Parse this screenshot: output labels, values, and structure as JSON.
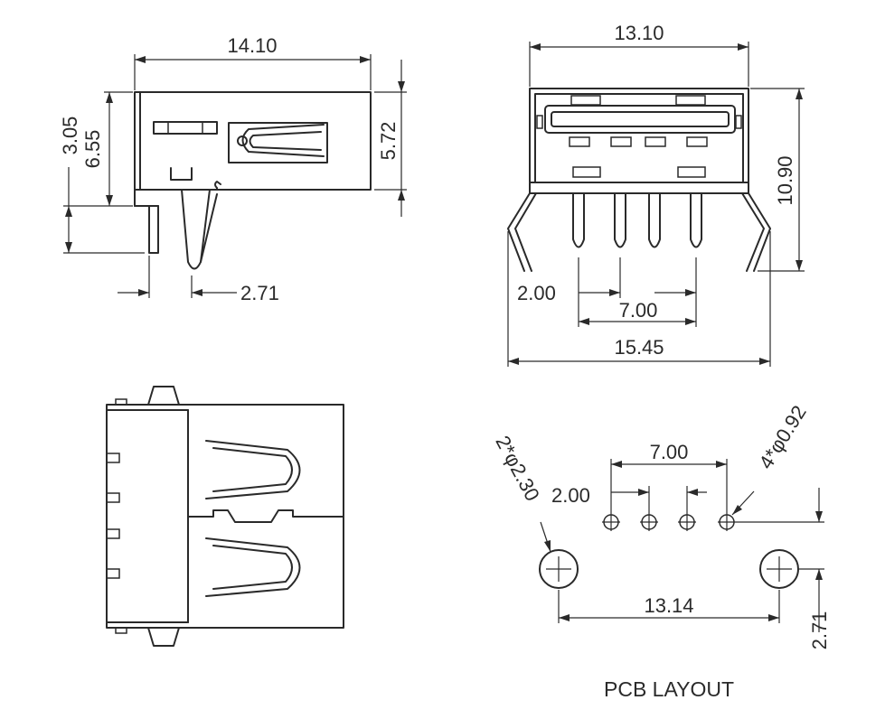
{
  "side_view": {
    "width": "14.10",
    "height_total": "6.55",
    "height_offset": "3.05",
    "height_right": "5.72",
    "pin_offset": "2.71"
  },
  "front_view": {
    "width": "13.10",
    "height": "10.90",
    "pin_pitch": "2.00",
    "pin_span": "7.00",
    "overall_width": "15.45"
  },
  "pcb_layout": {
    "title": "PCB LAYOUT",
    "mount_hole": "2*φ2.30",
    "pin_hole": "4*φ0.92",
    "pin_pitch": "2.00",
    "pin_span": "7.00",
    "mount_span": "13.14",
    "row_offset": "2.71"
  }
}
